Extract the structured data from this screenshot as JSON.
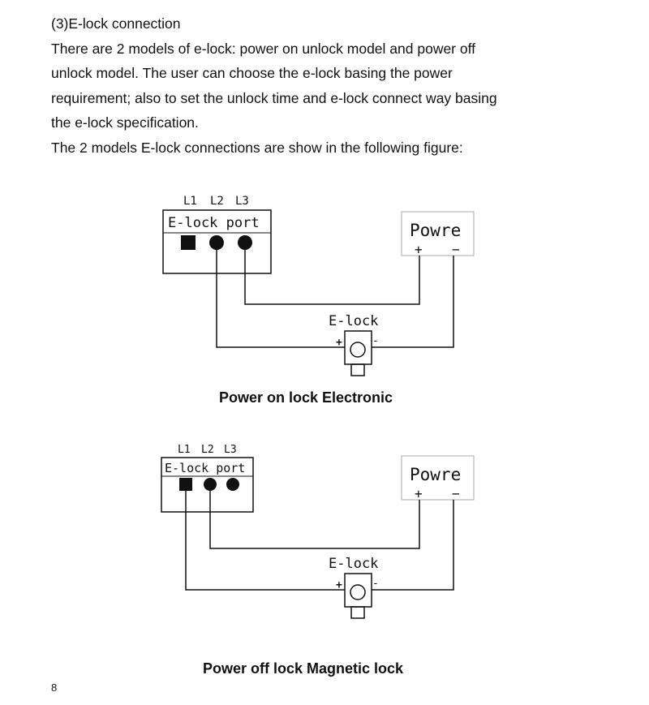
{
  "section": {
    "heading": "(3)E-lock connection",
    "paragraph1_lines": [
      "There are 2 models of e-lock: power on unlock model and power off",
      "unlock model. The user can choose the e-lock basing the power",
      "requirement; also to set the unlock time and e-lock connect way basing",
      "the e-lock specification."
    ],
    "paragraph2": "The 2 models E-lock connections are show in the following figure:"
  },
  "diagram1": {
    "terminal_labels": [
      "L1",
      "L2",
      "L3"
    ],
    "port_label": "E-lock port",
    "power_label": "Powre",
    "power_plus": "+",
    "power_minus": "−",
    "lock_label": "E-lock",
    "lock_plus": "+",
    "lock_minus": "-",
    "caption": "Power on lock Electronic"
  },
  "diagram2": {
    "terminal_labels": [
      "L1",
      "L2",
      "L3"
    ],
    "port_label": "E-lock port",
    "power_label": "Powre",
    "power_plus": "+",
    "power_minus": "−",
    "lock_label": "E-lock",
    "lock_plus": "+",
    "lock_minus": "-",
    "caption": "Power off lock Magnetic lock"
  },
  "page_number": "8"
}
